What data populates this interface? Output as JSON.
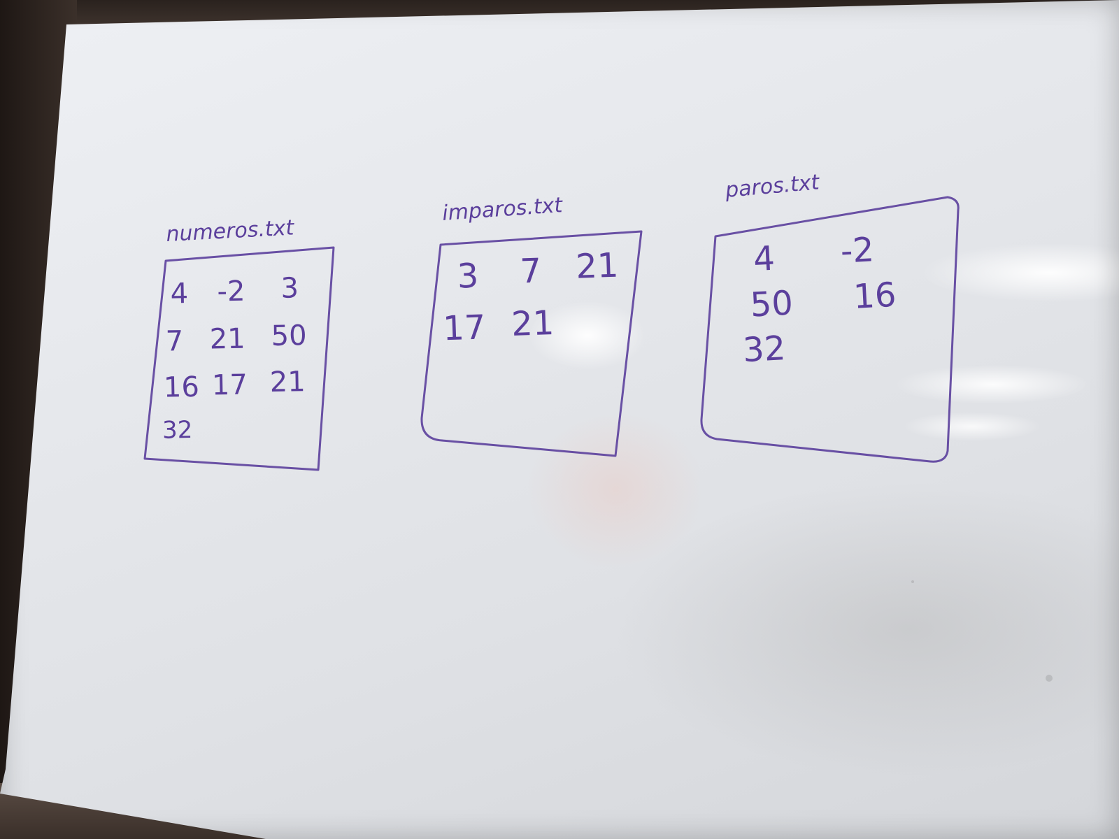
{
  "whiteboard": {
    "ink_color": "#5b3f9c",
    "files": [
      {
        "label": "numeros.txt",
        "values": [
          "4",
          "-2",
          "3",
          "7",
          "21",
          "50",
          "16",
          "17",
          "21",
          "32"
        ]
      },
      {
        "label": "imparos.txt",
        "values": [
          "3",
          "7",
          "21",
          "17",
          "21"
        ]
      },
      {
        "label": "paros.txt",
        "values": [
          "4",
          "-2",
          "50",
          "16",
          "32"
        ]
      }
    ]
  }
}
